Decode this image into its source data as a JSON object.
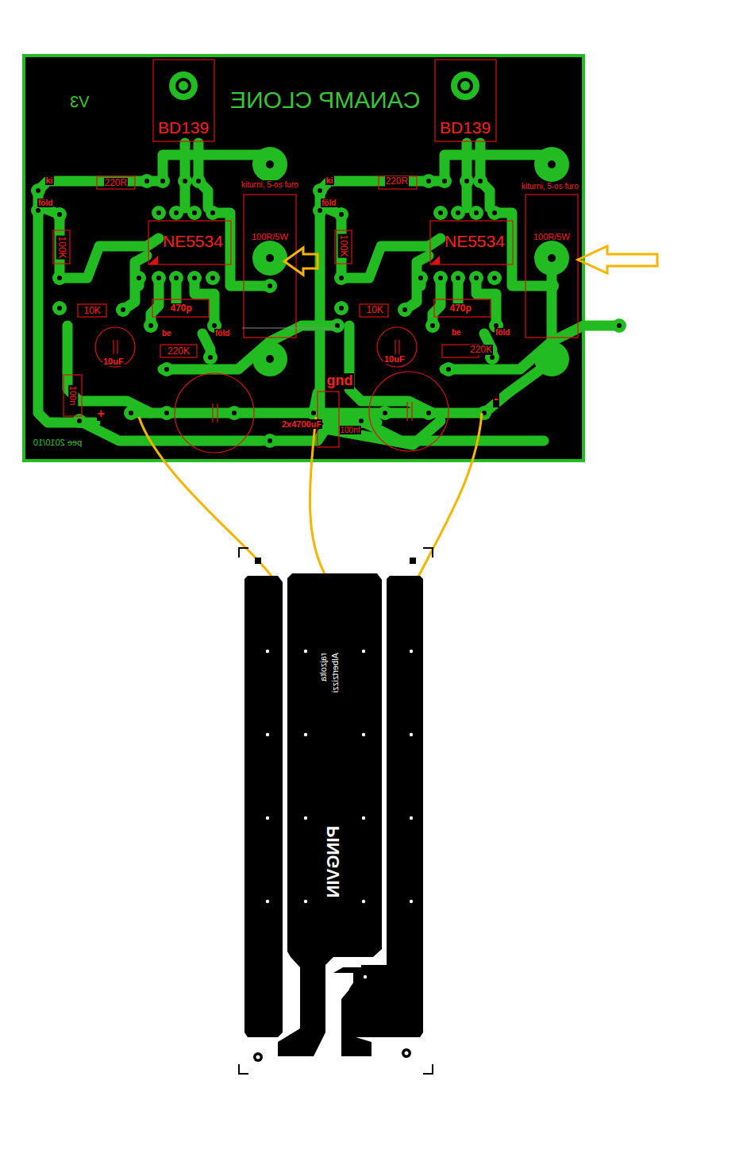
{
  "diagram": {
    "nodes": [
      {
        "text": [
          "CANAMP CLONE"
        ]
      },
      {
        "text": [
          "BD139"
        ],
        "in": 0
      },
      {
        "text": [
          "NE5534"
        ],
        "in": 0
      },
      {
        "text": [
          "100R/5W"
        ],
        "in": 0
      },
      {
        "text": [
          "BD139"
        ],
        "in": 0
      },
      {
        "text": [
          "NE5534"
        ],
        "in": 0
      },
      {
        "text": [
          "100R/5W"
        ],
        "in": 0
      },
      {
        "text": [
          "Albertzizzi",
          "rajzolta",
          "PINGVIN"
        ]
      }
    ],
    "labels": [
      "V3",
      "ki",
      "föld",
      "220R",
      "100K",
      "kiturni, 5-os furo",
      "10K",
      "470p",
      "be",
      "föld",
      "220K",
      "10uF",
      "ki",
      "föld",
      "220R",
      "100K",
      "kiturni, 5-os furo",
      "10K",
      "470p",
      "be",
      "föld",
      "220K",
      "10uF",
      "gnd",
      "+",
      "-",
      "100n",
      "2x4700uF",
      "100nf",
      "pee 2010/10"
    ]
  }
}
